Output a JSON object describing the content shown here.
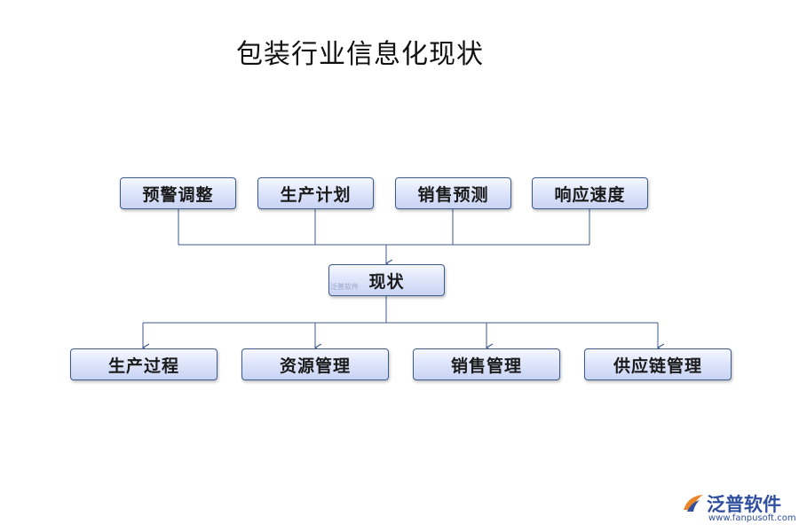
{
  "title": "包装行业信息化现状",
  "top_nodes": [
    "预警调整",
    "生产计划",
    "销售预测",
    "响应速度"
  ],
  "center_node": "现状",
  "center_watermark": "泛普软件",
  "bottom_nodes": [
    "生产过程",
    "资源管理",
    "销售管理",
    "供应链管理"
  ],
  "logo": {
    "name": "泛普软件",
    "url": "www.fanpusoft.com"
  },
  "colors": {
    "line": "#3d5a8c",
    "node_border": "#3d5a8c",
    "logo": "#2f4f9e"
  }
}
